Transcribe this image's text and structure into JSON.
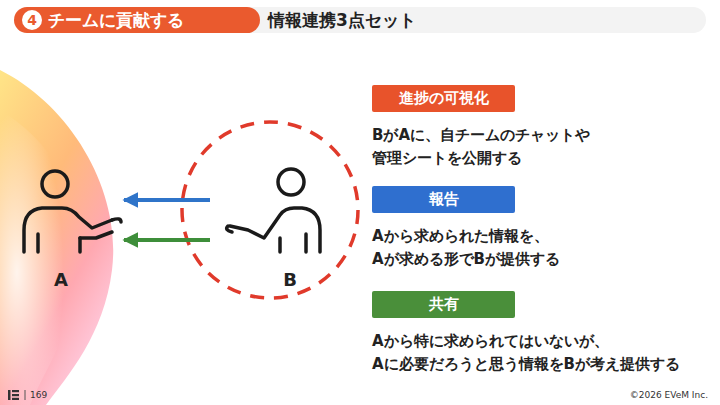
{
  "diagram": {
    "title": "情報連携3点セット",
    "nodes": [
      {
        "text": [
          "A"
        ]
      },
      {
        "text": [
          "B"
        ]
      },
      {
        "text": [
          "進捗の可視化",
          "BがAに、自チームのチャットや 管理シートを公開する"
        ]
      },
      {
        "text": [
          "報告",
          "Aから求められた情報を、 Aが求める形でBが提供する"
        ]
      },
      {
        "text": [
          "共有",
          "Aから特に求められてはいないが、 Aに必要だろうと思う情報をBが考え提供する"
        ]
      }
    ],
    "edges": [
      {
        "from": 1,
        "to": 0,
        "arrow": "to"
      },
      {
        "from": 1,
        "to": 0,
        "arrow": "to"
      }
    ],
    "labels": [
      "4",
      "チームに貢献する",
      "169",
      "©2026 EVeM Inc."
    ]
  }
}
